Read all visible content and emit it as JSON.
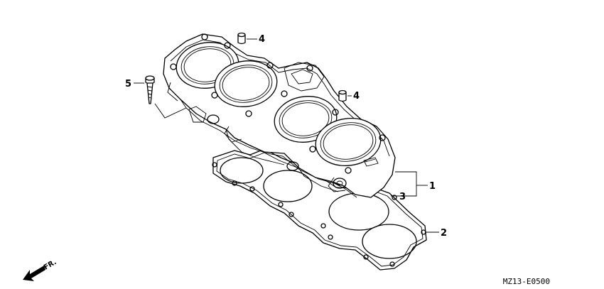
{
  "diagram_code": "MZ13-E0500",
  "direction_label": "FR.",
  "callouts": [
    {
      "id": "callout-1",
      "text": "1"
    },
    {
      "id": "callout-2",
      "text": "2"
    },
    {
      "id": "callout-3",
      "text": "3"
    },
    {
      "id": "callout-4a",
      "text": "4"
    },
    {
      "id": "callout-4b",
      "text": "4"
    },
    {
      "id": "callout-5",
      "text": "5"
    }
  ]
}
